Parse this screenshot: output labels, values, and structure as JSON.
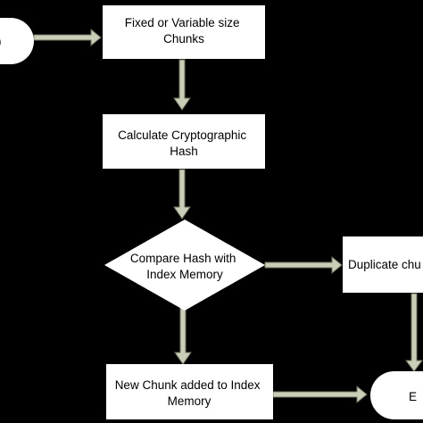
{
  "diagram": {
    "background": "#000000",
    "node_fill": "#ffffff",
    "arrow_color": "#c9cfb6",
    "arrow_stroke": "#6f745f",
    "nodes": {
      "start_terminal": {
        "shape": "terminal",
        "lines": [
          ")"
        ]
      },
      "chunks": {
        "shape": "process",
        "lines": [
          "Fixed or Variable size",
          "Chunks"
        ]
      },
      "hash": {
        "shape": "process",
        "lines": [
          "Calculate Cryptographic",
          "Hash"
        ]
      },
      "compare": {
        "shape": "decision",
        "lines": [
          "Compare Hash with",
          "Index Memory"
        ]
      },
      "duplicate": {
        "shape": "process",
        "lines": [
          "Duplicate chu"
        ]
      },
      "new_chunk": {
        "shape": "process",
        "lines": [
          "New Chunk added to Index",
          "Memory"
        ]
      },
      "end_terminal": {
        "shape": "terminal",
        "lines": [
          "E"
        ]
      }
    }
  }
}
